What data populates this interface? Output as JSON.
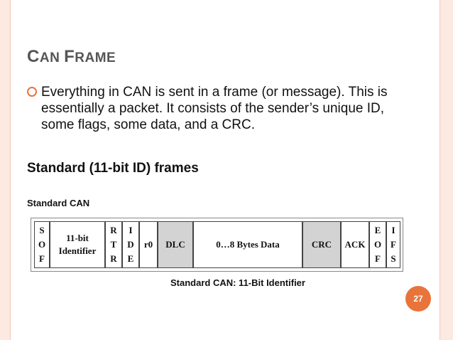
{
  "slide": {
    "title_first": "C",
    "title_rest": "AN ",
    "title_second": "F",
    "title_second_rest": "RAME",
    "bullet": "Everything in CAN is sent in a frame (or message). This is essentially a packet. It consists of the sender’s unique ID, some flags, some data, and a CRC.",
    "subheading": "Standard (11-bit ID) frames",
    "page_number": "27"
  },
  "figure": {
    "label": "Standard CAN",
    "caption": "Standard CAN: 11-Bit Identifier",
    "fields": [
      {
        "text": "S\nO\nF",
        "shaded": false
      },
      {
        "text": "11-bit\nIdentifier",
        "shaded": false
      },
      {
        "text": "R\nT\nR",
        "shaded": false
      },
      {
        "text": "I\nD\nE",
        "shaded": false
      },
      {
        "text": "r0",
        "shaded": false
      },
      {
        "text": "DLC",
        "shaded": true
      },
      {
        "text": "0…8 Bytes Data",
        "shaded": false
      },
      {
        "text": "CRC",
        "shaded": true
      },
      {
        "text": "ACK",
        "shaded": false
      },
      {
        "text": "E\nO\nF",
        "shaded": false
      },
      {
        "text": "I\nF\nS",
        "shaded": false
      }
    ]
  },
  "colors": {
    "accent": "#e8743b",
    "title": "#555555",
    "shade": "#d3d3d3"
  }
}
